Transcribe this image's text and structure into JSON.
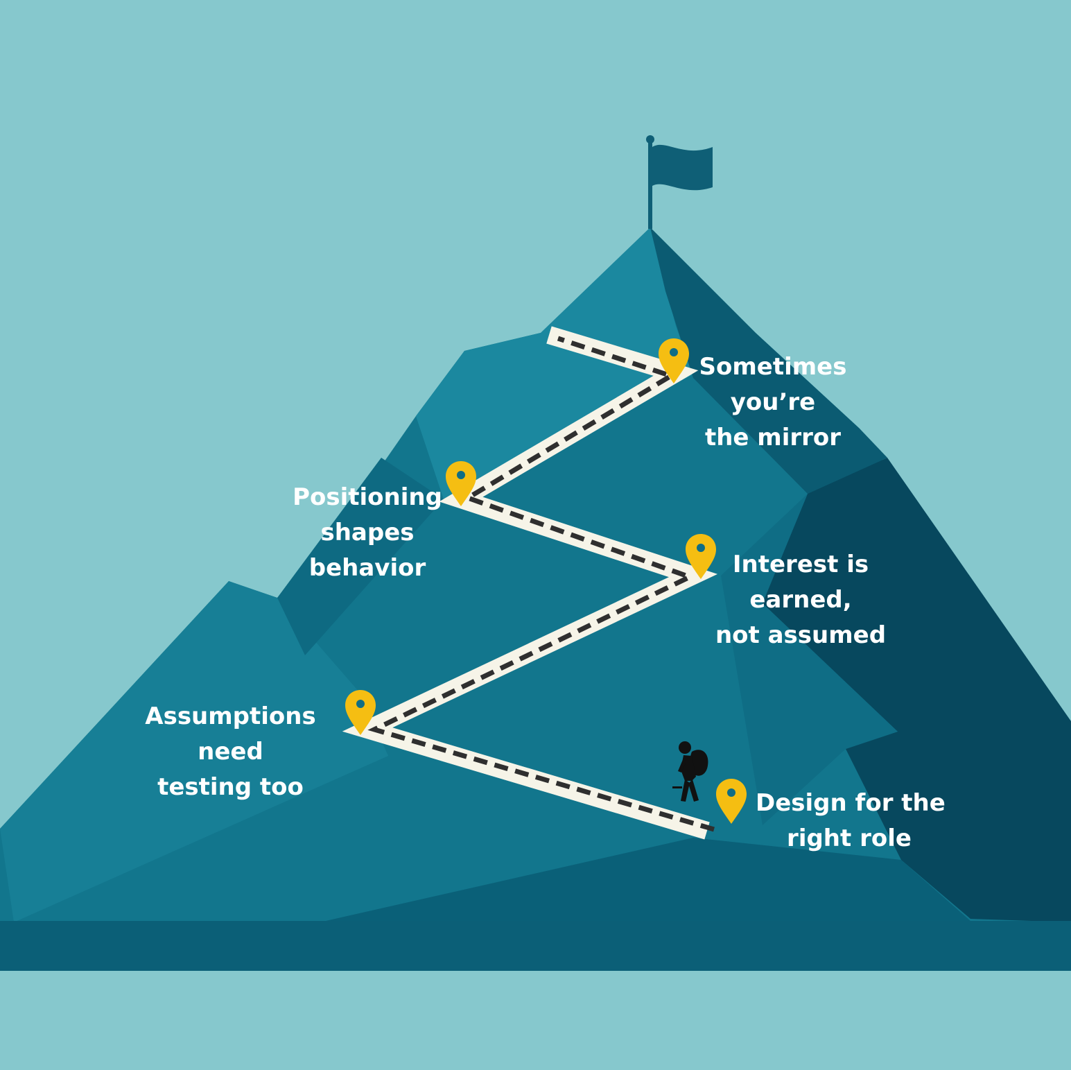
{
  "milestones": [
    {
      "lines": [
        "Design for the",
        "right role"
      ]
    },
    {
      "lines": [
        "Assumptions",
        "need",
        "testing too"
      ]
    },
    {
      "lines": [
        "Interest is",
        "earned,",
        "not assumed"
      ]
    },
    {
      "lines": [
        "Positioning",
        "shapes",
        "behavior"
      ]
    },
    {
      "lines": [
        "Sometimes",
        "you’re",
        "the mirror"
      ]
    }
  ],
  "colors": {
    "sky": "#86c8cd",
    "mountain_light": "#1a869d",
    "mountain_mid": "#12768d",
    "mountain_dark": "#0b5b72",
    "mountain_darkest": "#07485e",
    "path": "#f6f4e8",
    "path_dash": "#2f2f2f",
    "pin": "#f5be12",
    "flag": "#0f5f76"
  },
  "icons": [
    "flag-icon",
    "hiker-icon",
    "location-pin-icon"
  ]
}
